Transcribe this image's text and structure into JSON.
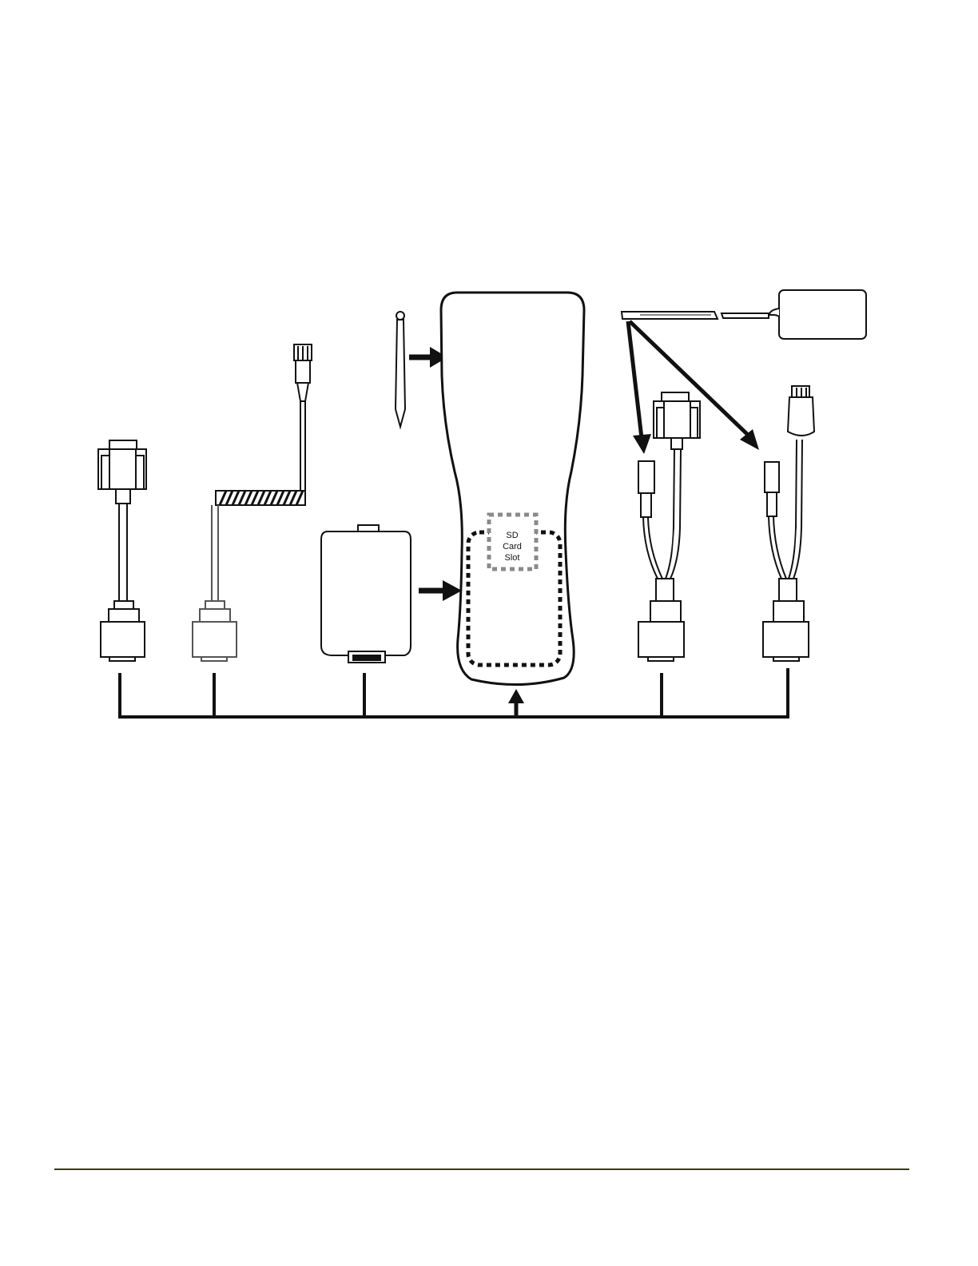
{
  "diagram": {
    "sd_slot_label": [
      "SD",
      "Card",
      "Slot"
    ]
  },
  "colors": {
    "line": "#111111",
    "dotted_gray": "#8a8a8a",
    "footer_rule": "#3a3a1a"
  },
  "components": [
    {
      "name": "serial-cable-db9",
      "icon": "db9-cable"
    },
    {
      "name": "coiled-scanner-cable",
      "icon": "coiled-cable"
    },
    {
      "name": "battery-pack",
      "icon": "battery"
    },
    {
      "name": "handheld-terminal",
      "icon": "terminal"
    },
    {
      "name": "stylus",
      "icon": "stylus"
    },
    {
      "name": "power-supply",
      "icon": "power-adapter"
    },
    {
      "name": "y-cable-db9",
      "icon": "y-cable"
    },
    {
      "name": "y-cable-usb",
      "icon": "y-cable"
    }
  ]
}
